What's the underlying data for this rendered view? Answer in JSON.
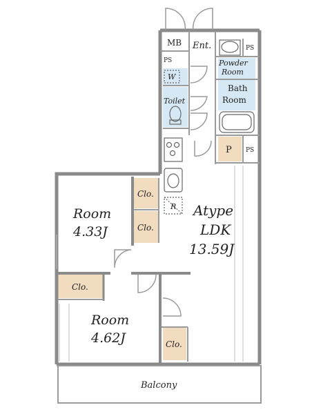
{
  "labels": {
    "mb": "MB",
    "ent": "Ent.",
    "ps_top_left": "PS",
    "ps_top_right": "PS",
    "ps_mid": "PS",
    "w": "W",
    "powder_1": "Powder",
    "powder_2": "Room",
    "bath_1": "Bath",
    "bath_2": "Room",
    "toilet": "Toilet",
    "p": "P",
    "r": "R",
    "clo_a": "Clo.",
    "clo_b": "Clo.",
    "clo_c": "Clo.",
    "clo_d": "Clo.",
    "room1_name": "Room",
    "room1_size": "4.33J",
    "room2_name": "Room",
    "room2_size": "4.62J",
    "ldk_1": "Atype",
    "ldk_2": "LDK",
    "ldk_3": "13.59J",
    "balcony": "Balcony"
  },
  "colors": {
    "wall": "#8a8a8a",
    "wet_area": "#d6e8f4",
    "storage": "#f2dcc0",
    "line": "#9a9a9a"
  }
}
